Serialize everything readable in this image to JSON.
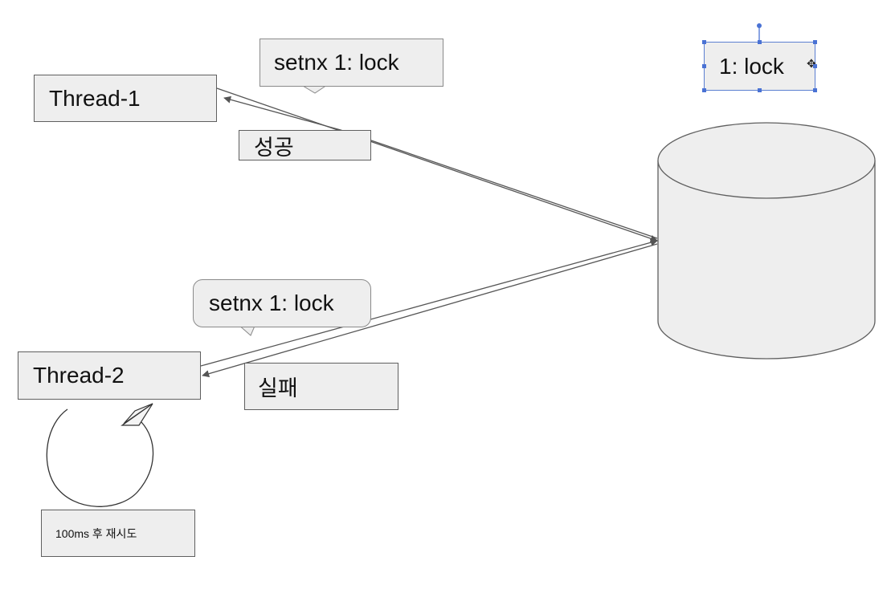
{
  "nodes": {
    "thread1": "Thread-1",
    "thread2": "Thread-2",
    "success": "성공",
    "fail": "실패",
    "retry": "100ms 후 재시도",
    "selected_value": "1: lock"
  },
  "callouts": {
    "callout1": "setnx 1: lock",
    "callout2": "setnx 1: lock"
  },
  "colors": {
    "shape_fill": "#eeeeee",
    "stroke": "#5f5f5f",
    "selection": "#4a72d4"
  },
  "icons": {
    "datastore": "cylinder-icon",
    "retry": "retry-loop-arrow-icon",
    "cursor": "move-cursor-icon"
  }
}
